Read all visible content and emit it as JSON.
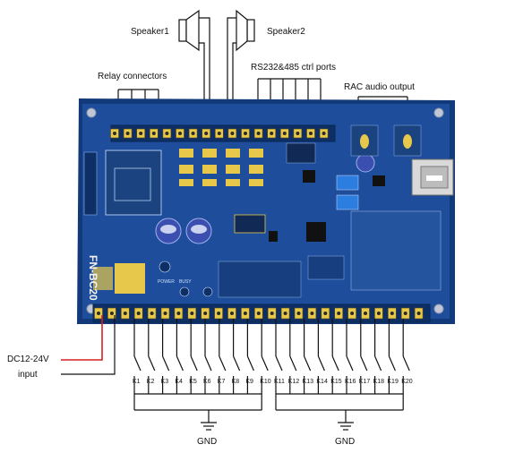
{
  "labels": {
    "speaker1": "Speaker1",
    "speaker2": "Speaker2",
    "relay_connectors": "Relay connectors",
    "rs_ports": "RS232&485 ctrl ports",
    "rac_output": "RAC audio output",
    "dc_line1": "DC12-24V",
    "dc_line2": "input",
    "gnd_left": "GND",
    "gnd_right": "GND"
  },
  "board": {
    "model": "FN-BC20",
    "silk_power": "POWER",
    "silk_busy": "BUSY"
  },
  "keys": [
    "K1",
    "K2",
    "K3",
    "K4",
    "K5",
    "K6",
    "K7",
    "K8",
    "K9",
    "K10",
    "K11",
    "K12",
    "K13",
    "K14",
    "K15",
    "K16",
    "K17",
    "K18",
    "K19",
    "K20"
  ],
  "colors": {
    "board": "#1e4d9b",
    "board_dark": "#123a7a",
    "wire_red": "#d62020",
    "terminal": "#e7c84a"
  }
}
